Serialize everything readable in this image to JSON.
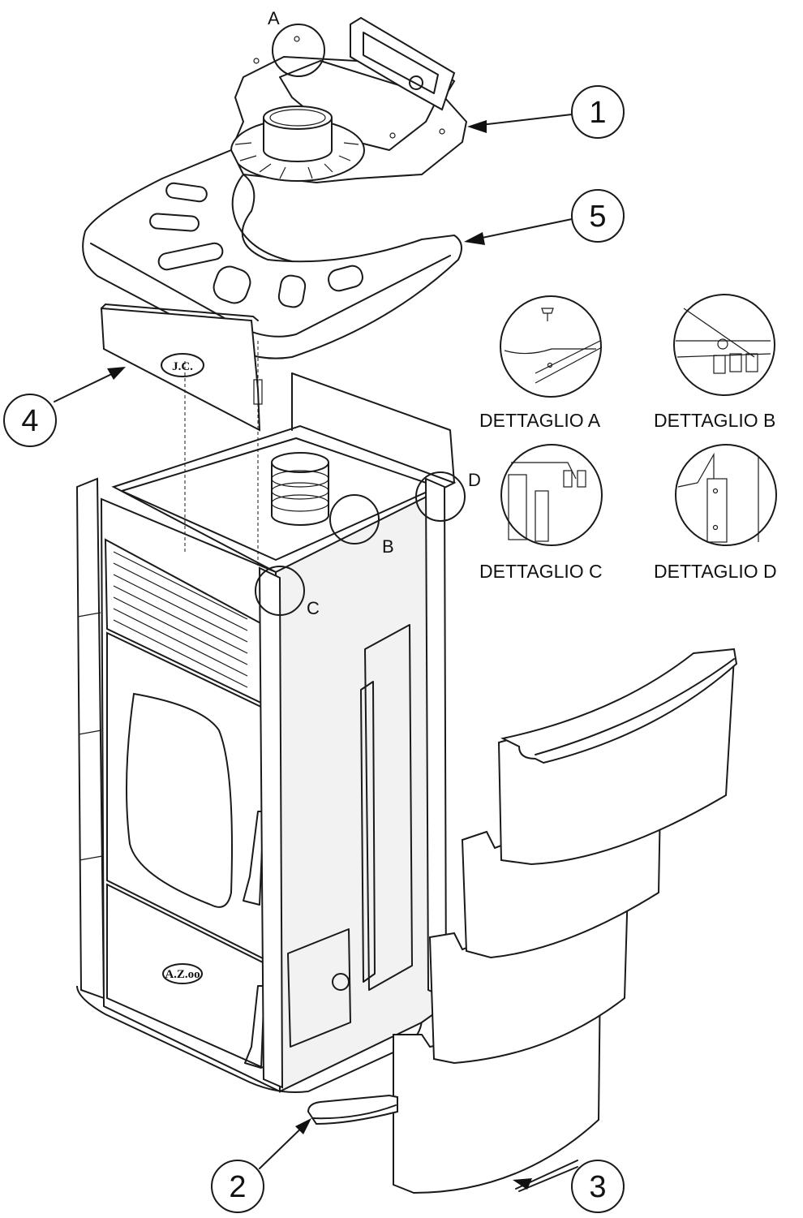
{
  "callouts": [
    {
      "id": "1",
      "label": "1"
    },
    {
      "id": "2",
      "label": "2"
    },
    {
      "id": "3",
      "label": "3"
    },
    {
      "id": "4",
      "label": "4"
    },
    {
      "id": "5",
      "label": "5"
    }
  ],
  "detail_letters": {
    "a": "A",
    "b": "B",
    "c": "C",
    "d": "D"
  },
  "detail_captions": {
    "a": "DETTAGLIO A",
    "b": "DETTAGLIO B",
    "c": "DETTAGLIO C",
    "d": "DETTAGLIO D"
  },
  "logos": {
    "panel": "J.C.",
    "door": "A.Z.oo"
  }
}
